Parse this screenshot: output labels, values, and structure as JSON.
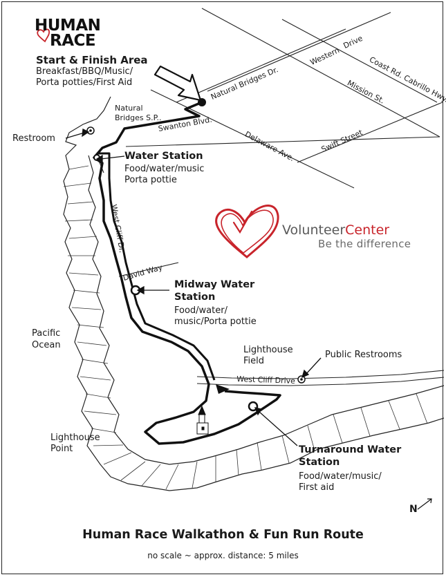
{
  "logo": {
    "line1": "HUMAN",
    "line2": "RACE"
  },
  "start_area": {
    "title": "Start & Finish Area",
    "details": "Breakfast/BBQ/Music/",
    "details2": "Porta potties/First Aid"
  },
  "places": {
    "natural_bridges_1": "Natural",
    "natural_bridges_2": "Bridges S.P..",
    "restroom": "Restroom",
    "pacific_1": "Pacific",
    "pacific_2": "Ocean",
    "lighthouse_field_1": "Lighthouse",
    "lighthouse_field_2": "Field",
    "lighthouse_point_1": "Lighthouse",
    "lighthouse_point_2": "Point",
    "public_restrooms": "Public Restrooms"
  },
  "streets": {
    "natural_bridges_dr": "Natural Bridges Dr.",
    "western_dr_1": "Western",
    "western_dr_2": "Drive",
    "coast_rd": "Coast Rd. Cabrillo Hwy.",
    "mission_st": "Mission St.",
    "swanton": "Swanton Blvd.",
    "delaware": "Delaware Ave.",
    "swift": "Swift Street",
    "west_cliff_dr_vertical": "West Cliff Dr.",
    "david_way": "David Way",
    "west_cliff_drive": "West Cliff Drive"
  },
  "stations": {
    "water": {
      "title": "Water Station",
      "line1": "Food/water/music",
      "line2": "Porta pottie"
    },
    "midway": {
      "title1": "Midway Water",
      "title2": "Station",
      "line1": "Food/water/",
      "line2": "music/Porta pottie"
    },
    "turnaround": {
      "title1": "Turnaround Water",
      "title2": "Station",
      "line1": "Food/water/music/",
      "line2": "First aid"
    }
  },
  "sponsor": {
    "name_a": "Volunteer",
    "name_b": "Center",
    "tagline": "Be the difference"
  },
  "compass": "N",
  "footer": {
    "title": "Human Race Walkathon & Fun Run Route",
    "subtitle": "no scale ~ approx. distance: 5 miles"
  },
  "colors": {
    "accent": "#c8242b",
    "ink": "#1a1a1a"
  }
}
